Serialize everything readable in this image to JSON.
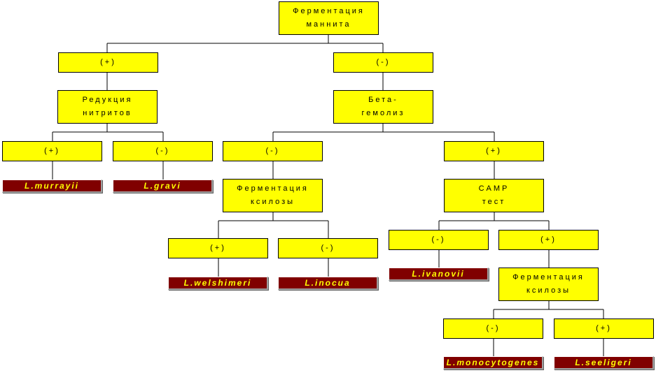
{
  "colors": {
    "node_fill": "#ffff00",
    "species_fill": "#800000",
    "species_text": "#ffff00",
    "line": "#000000"
  },
  "nodes": {
    "root": "Ферментация\nманнита",
    "mannitol_pos": "(+)",
    "mannitol_neg": "(-)",
    "nitrite_reduction": "Редукция\nнитритов",
    "beta_hemolysis": "Бета-\nгемолиз",
    "nitrite_pos": "(+)",
    "nitrite_neg": "(-)",
    "hemolysis_neg": "(-)",
    "hemolysis_pos": "(+)",
    "xylose_1": "Ферментация\nксилозы",
    "camp_test": "CAMP\nтест",
    "xylose_1_pos": "(+)",
    "xylose_1_neg": "(-)",
    "camp_neg": "(-)",
    "camp_pos": "(+)",
    "xylose_2": "Ферментация\nксилозы",
    "xylose_2_neg": "(-)",
    "xylose_2_pos": "(+)"
  },
  "species": {
    "murrayi": "L.murrayii",
    "gravi": "L.gravi",
    "welshimeri": "L.welshimeri",
    "inocua": "L.inocua",
    "ivanovii": "L.ivanovii",
    "monocytogenes": "L.monocytogenes",
    "seeligeri": "L.seeligeri"
  }
}
